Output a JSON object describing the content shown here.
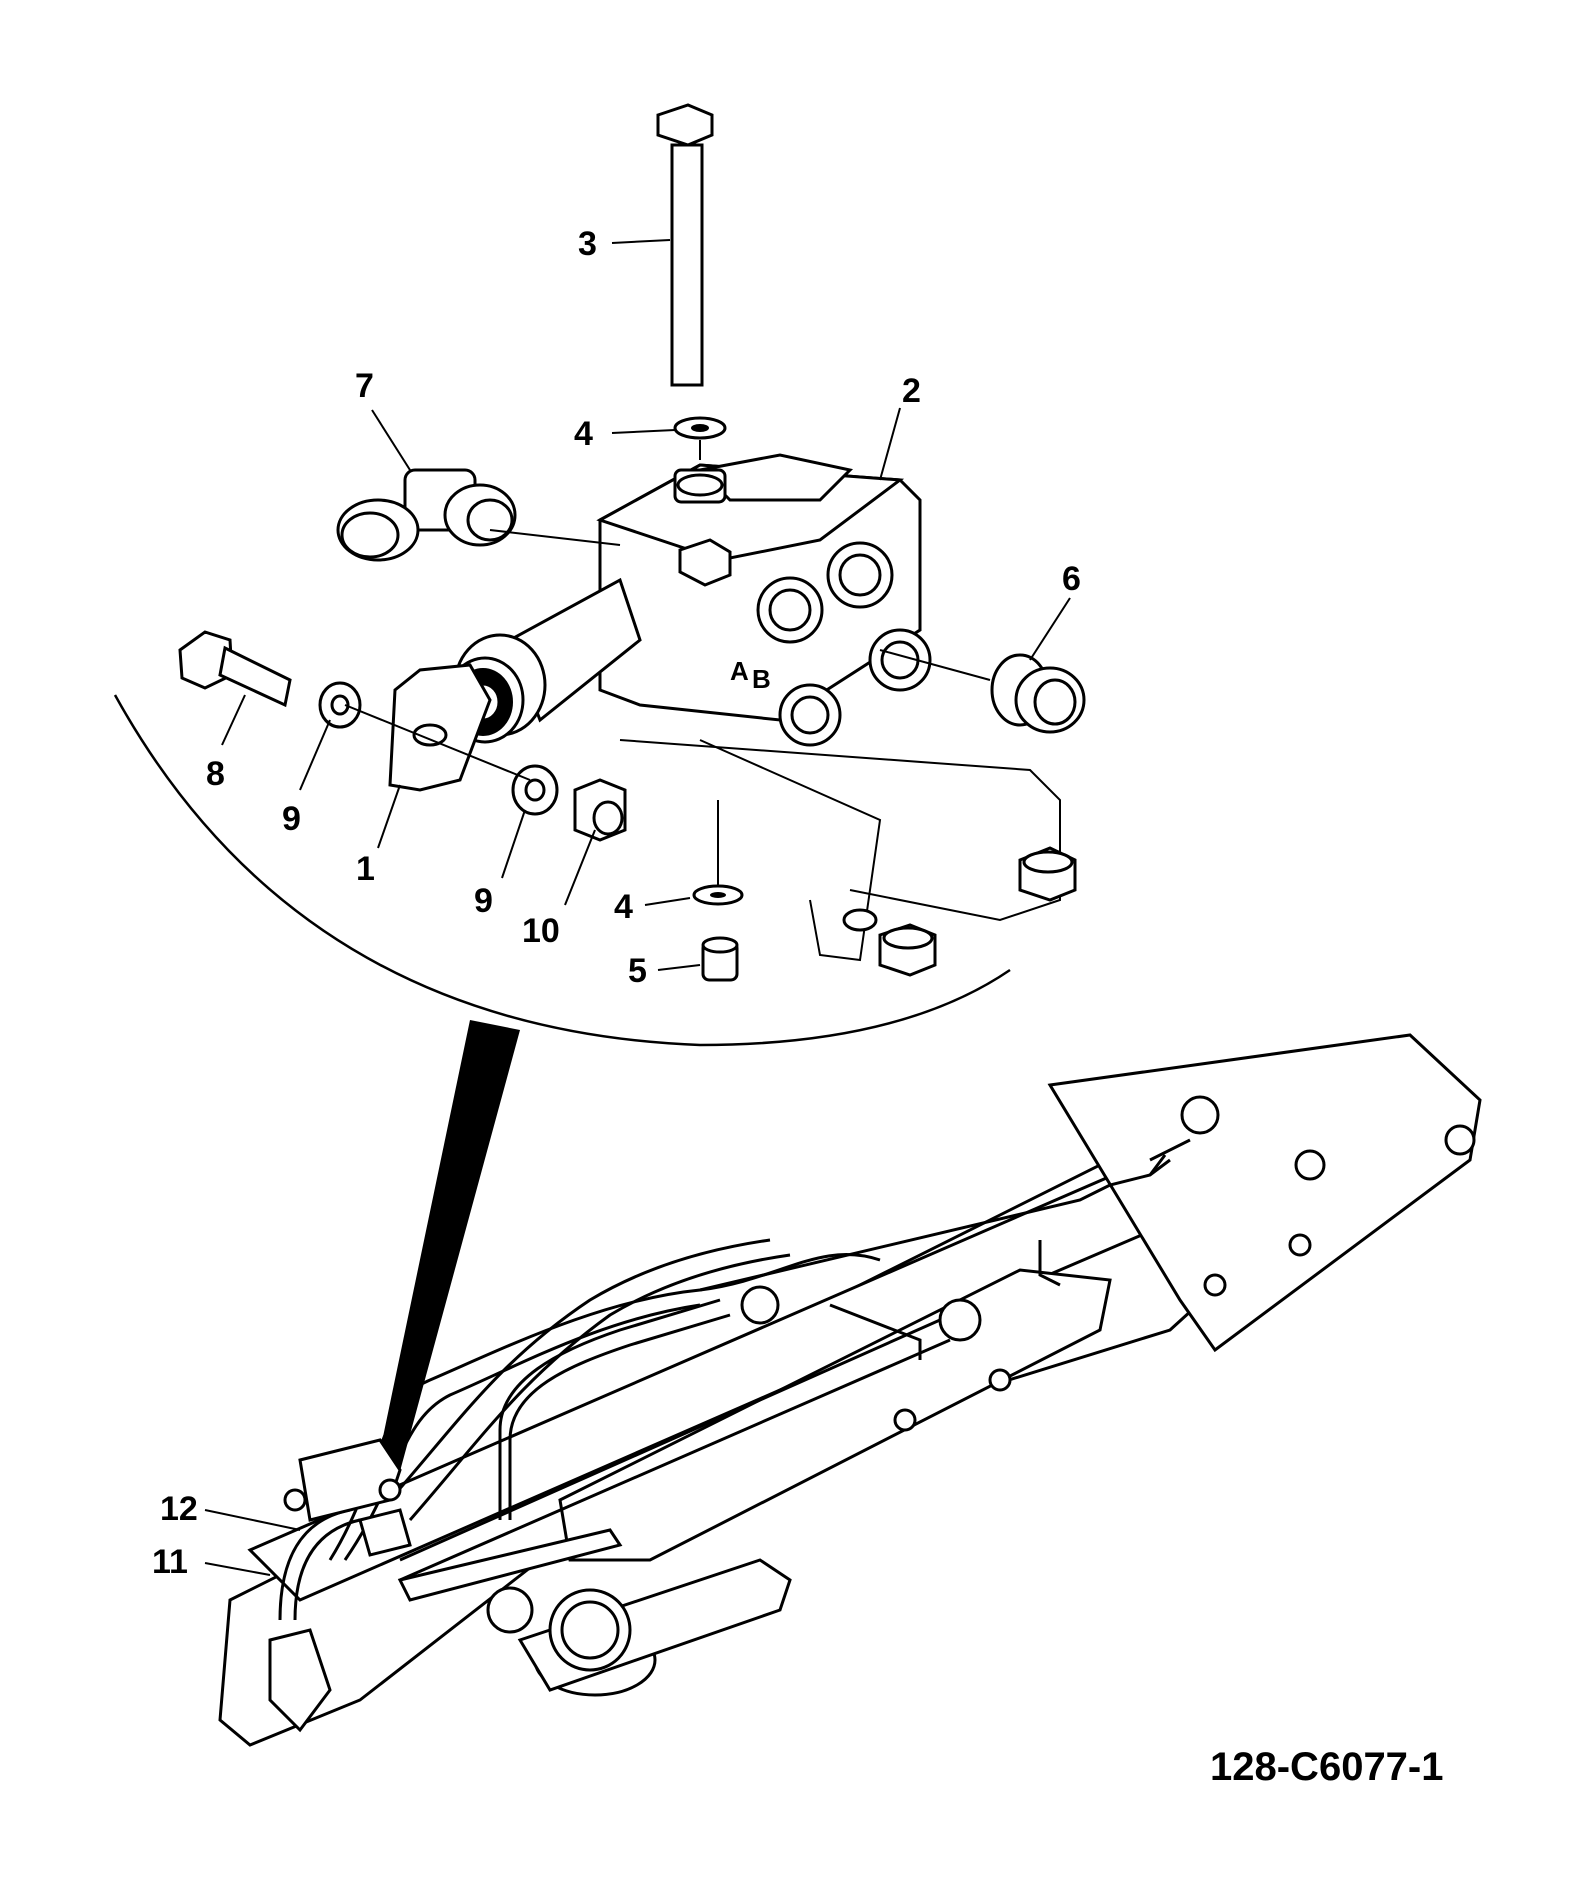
{
  "drawing_number": "128-C6077-1",
  "port_labels": {
    "port_a": "A",
    "port_b": "B"
  },
  "callouts": [
    {
      "id": "c1",
      "label": "1"
    },
    {
      "id": "c2",
      "label": "2"
    },
    {
      "id": "c3",
      "label": "3"
    },
    {
      "id": "c4a",
      "label": "4"
    },
    {
      "id": "c4b",
      "label": "4"
    },
    {
      "id": "c5",
      "label": "5"
    },
    {
      "id": "c6",
      "label": "6"
    },
    {
      "id": "c7",
      "label": "7"
    },
    {
      "id": "c8",
      "label": "8"
    },
    {
      "id": "c9a",
      "label": "9"
    },
    {
      "id": "c9b",
      "label": "9"
    },
    {
      "id": "c10",
      "label": "10"
    },
    {
      "id": "c11",
      "label": "11"
    },
    {
      "id": "c12",
      "label": "12"
    }
  ]
}
